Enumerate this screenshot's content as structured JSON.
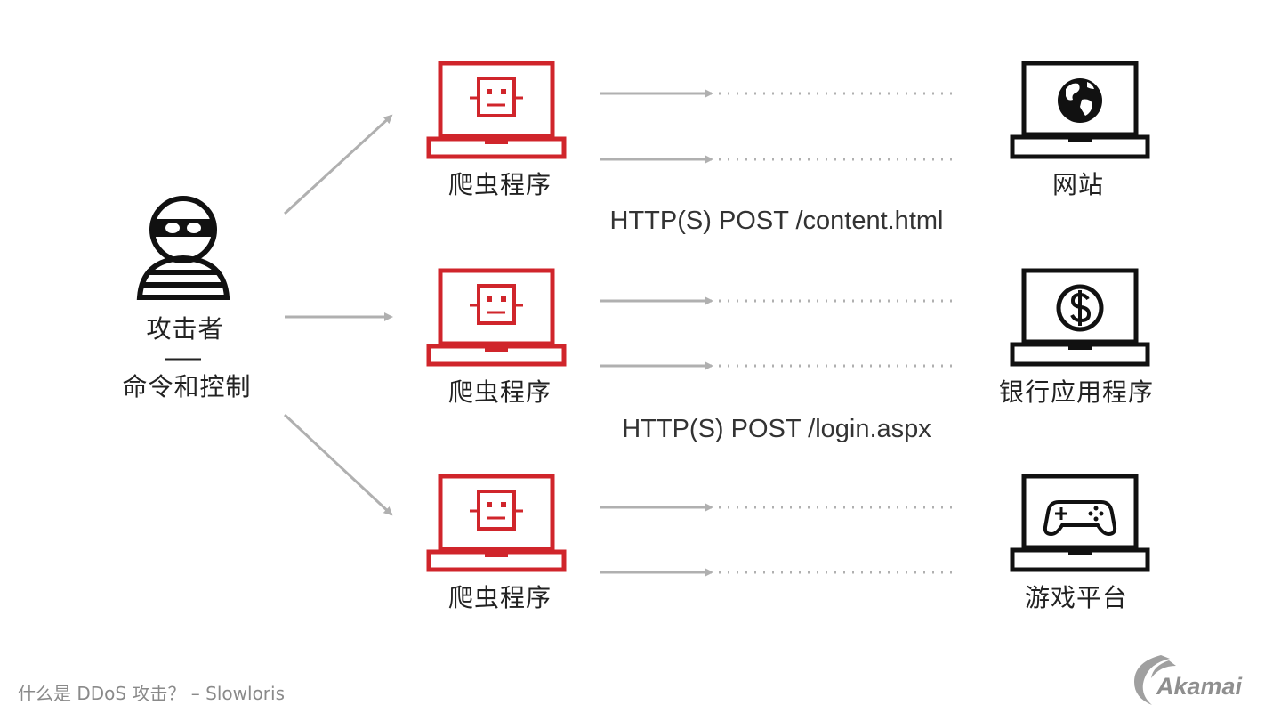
{
  "attacker": {
    "label": "攻击者",
    "command": "命令和控制"
  },
  "bot_label": "爬虫程序",
  "targets": [
    {
      "label": "网站",
      "icon": "globe-icon",
      "request": "HTTP(S) POST /content.html"
    },
    {
      "label": "银行应用程序",
      "icon": "dollar-icon",
      "request": "HTTP(S) POST /login.aspx"
    },
    {
      "label": "游戏平台",
      "icon": "gamepad-icon",
      "request": ""
    }
  ],
  "caption": "什么是 DDoS 攻击？ – Slowloris",
  "logo_text": "Akamai",
  "colors": {
    "bot": "#d0252b",
    "target": "#111111",
    "arrow": "#b0b0b0",
    "caption": "#8a8a8a"
  }
}
